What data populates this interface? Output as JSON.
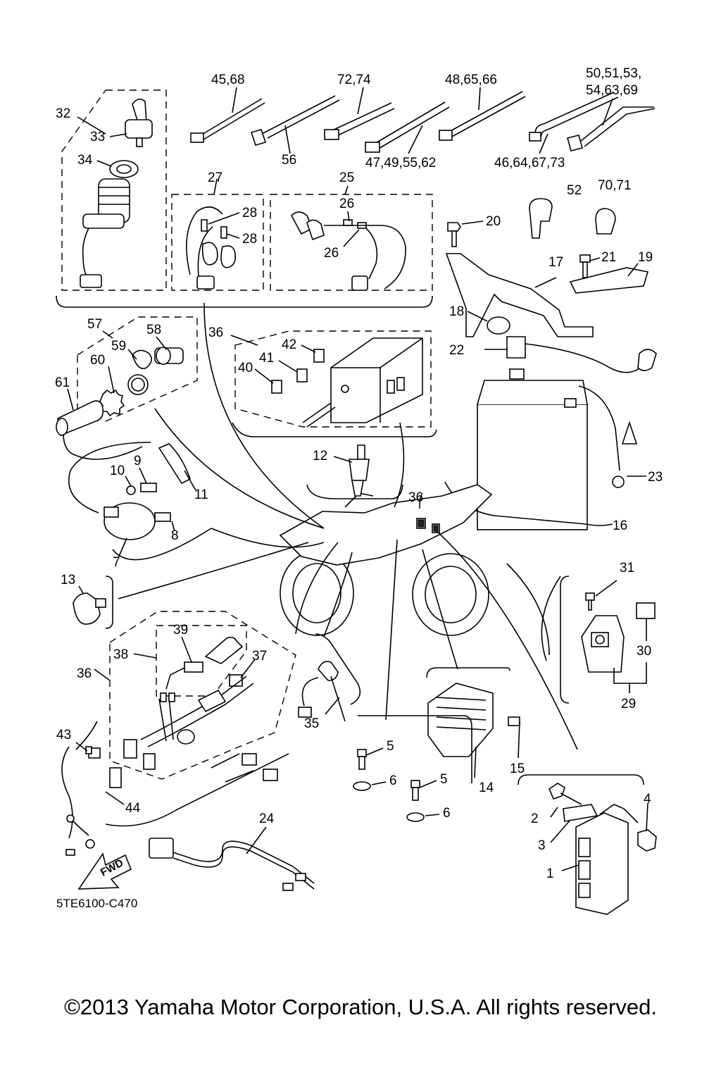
{
  "diagram": {
    "labels": [
      {
        "id": "c-45-68",
        "text": "45,68"
      },
      {
        "id": "c-72-74",
        "text": "72,74"
      },
      {
        "id": "c-48-65-66",
        "text": "48,65,66"
      },
      {
        "id": "c-50-51-53",
        "text": "50,51,53,"
      },
      {
        "id": "c-54-63-69",
        "text": "54,63,69"
      },
      {
        "id": "c-56",
        "text": "56"
      },
      {
        "id": "c-47-49-55-62",
        "text": "47,49,55,62"
      },
      {
        "id": "c-46-64-67-73",
        "text": "46,64,67,73"
      },
      {
        "id": "c-32",
        "text": "32"
      },
      {
        "id": "c-33",
        "text": "33"
      },
      {
        "id": "c-34",
        "text": "34"
      },
      {
        "id": "c-27",
        "text": "27"
      },
      {
        "id": "c-28a",
        "text": "28"
      },
      {
        "id": "c-28b",
        "text": "28"
      },
      {
        "id": "c-25",
        "text": "25"
      },
      {
        "id": "c-26a",
        "text": "26"
      },
      {
        "id": "c-26b",
        "text": "26"
      },
      {
        "id": "c-52",
        "text": "52"
      },
      {
        "id": "c-70-71",
        "text": "70,71"
      },
      {
        "id": "c-20",
        "text": "20"
      },
      {
        "id": "c-21",
        "text": "21"
      },
      {
        "id": "c-19",
        "text": "19"
      },
      {
        "id": "c-17",
        "text": "17"
      },
      {
        "id": "c-18",
        "text": "18"
      },
      {
        "id": "c-22",
        "text": "22"
      },
      {
        "id": "c-57",
        "text": "57"
      },
      {
        "id": "c-58",
        "text": "58"
      },
      {
        "id": "c-59",
        "text": "59"
      },
      {
        "id": "c-60",
        "text": "60"
      },
      {
        "id": "c-61",
        "text": "61"
      },
      {
        "id": "c-36a",
        "text": "36"
      },
      {
        "id": "c-42",
        "text": "42"
      },
      {
        "id": "c-41",
        "text": "41"
      },
      {
        "id": "c-40",
        "text": "40"
      },
      {
        "id": "c-12",
        "text": "12"
      },
      {
        "id": "c-23",
        "text": "23"
      },
      {
        "id": "c-16",
        "text": "16"
      },
      {
        "id": "c-9",
        "text": "9"
      },
      {
        "id": "c-10",
        "text": "10"
      },
      {
        "id": "c-11",
        "text": "11"
      },
      {
        "id": "c-8",
        "text": "8"
      },
      {
        "id": "c-7",
        "text": "7"
      },
      {
        "id": "c-36b",
        "text": "36"
      },
      {
        "id": "c-13",
        "text": "13"
      },
      {
        "id": "c-31",
        "text": "31"
      },
      {
        "id": "c-30",
        "text": "30"
      },
      {
        "id": "c-29",
        "text": "29"
      },
      {
        "id": "c-39",
        "text": "39"
      },
      {
        "id": "c-38",
        "text": "38"
      },
      {
        "id": "c-37",
        "text": "37"
      },
      {
        "id": "c-36c",
        "text": "36"
      },
      {
        "id": "c-35",
        "text": "35"
      },
      {
        "id": "c-43",
        "text": "43"
      },
      {
        "id": "c-44",
        "text": "44"
      },
      {
        "id": "c-5a",
        "text": "5"
      },
      {
        "id": "c-6a",
        "text": "6"
      },
      {
        "id": "c-5b",
        "text": "5"
      },
      {
        "id": "c-6b",
        "text": "6"
      },
      {
        "id": "c-14",
        "text": "14"
      },
      {
        "id": "c-15",
        "text": "15"
      },
      {
        "id": "c-4",
        "text": "4"
      },
      {
        "id": "c-2",
        "text": "2"
      },
      {
        "id": "c-3",
        "text": "3"
      },
      {
        "id": "c-1",
        "text": "1"
      },
      {
        "id": "c-24",
        "text": "24"
      }
    ],
    "fwd_label": "FWD",
    "diagram_code": "5TE6100-C470"
  },
  "footer": {
    "copyright": "©2013 Yamaha Motor Corporation, U.S.A. All rights reserved."
  }
}
